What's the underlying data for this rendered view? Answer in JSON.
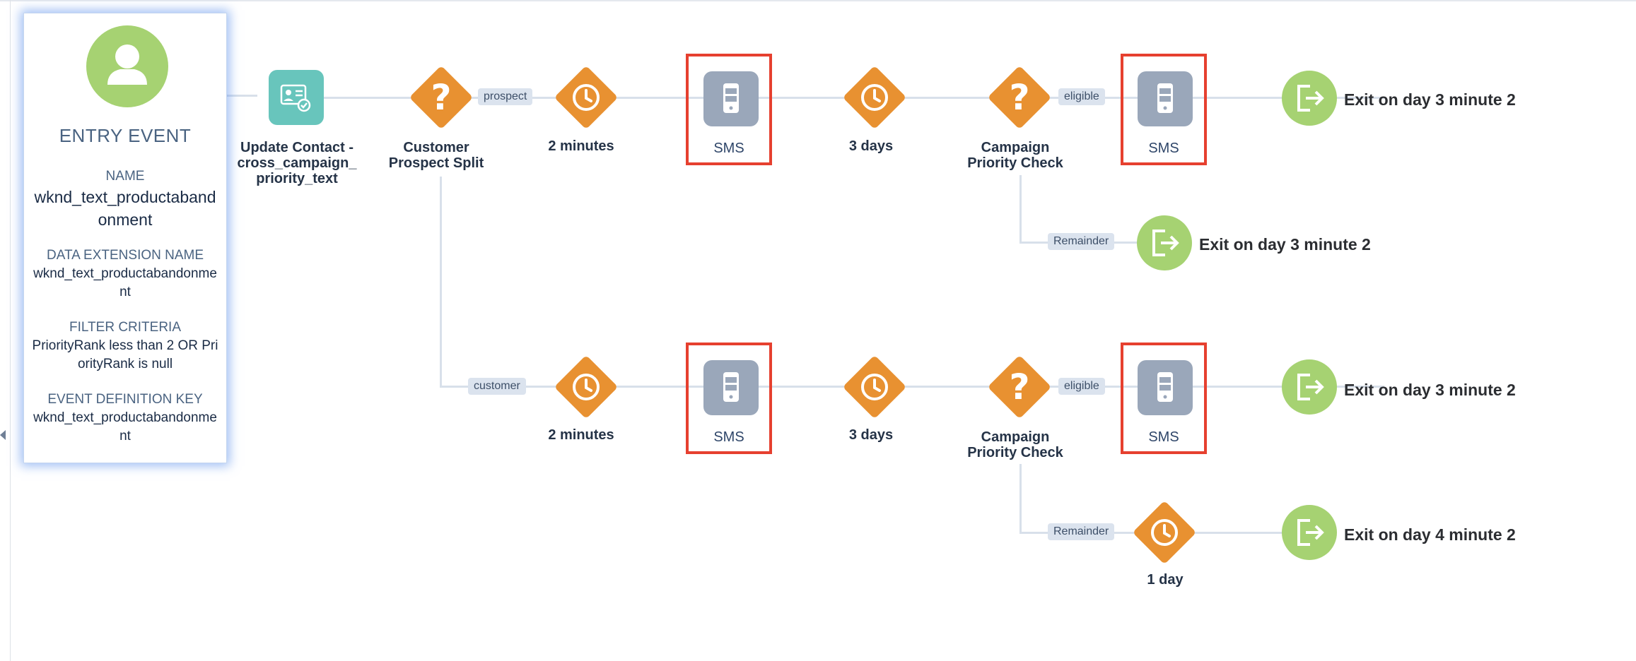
{
  "entry_event": {
    "title": "ENTRY EVENT",
    "name_label": "NAME",
    "name_value": "wknd_text_productabandonment",
    "de_label": "DATA EXTENSION NAME",
    "de_value": "wknd_text_productabandonment",
    "filter_label": "FILTER CRITERIA",
    "filter_value": "PriorityRank less than 2 OR PriorityRank is null",
    "key_label": "EVENT DEFINITION KEY",
    "key_value": "wknd_text_productabandonment"
  },
  "activities": {
    "update_contact": "Update Contact - cross_campaign_ priority_text",
    "prospect_split": "Customer Prospect Split",
    "wait_2min_top": "2 minutes",
    "sms_1": "SMS",
    "wait_3days_top": "3 days",
    "priority_check_top": "Campaign Priority Check",
    "sms_2": "SMS",
    "exit_top": "Exit on day 3 minute 2",
    "exit_remainder_top": "Exit on day 3 minute 2",
    "wait_2min_bottom": "2 minutes",
    "sms_3": "SMS",
    "wait_3days_bottom": "3 days",
    "priority_check_bottom": "Campaign Priority Check",
    "sms_4": "SMS",
    "exit_bottom": "Exit on day 3 minute 2",
    "wait_1day": "1 day",
    "exit_remainder_bottom": "Exit on day 4 minute 2"
  },
  "paths": {
    "prospect": "prospect",
    "customer": "customer",
    "eligible_top": "eligible",
    "remainder_top": "Remainder",
    "eligible_bottom": "eligible",
    "remainder_bottom": "Remainder"
  },
  "colors": {
    "decision": "#e89131",
    "wait": "#e89131",
    "exit": "#a6d272",
    "entry": "#a6d272",
    "sms": "#9aa7ba",
    "update_contact": "#68c5bc",
    "highlight_box": "#e6402f"
  },
  "icons": {
    "entry": "person-icon",
    "update_contact": "contact-card-icon",
    "decision": "question-icon",
    "wait": "clock-icon",
    "sms": "mobile-phone-icon",
    "exit": "exit-door-icon"
  }
}
